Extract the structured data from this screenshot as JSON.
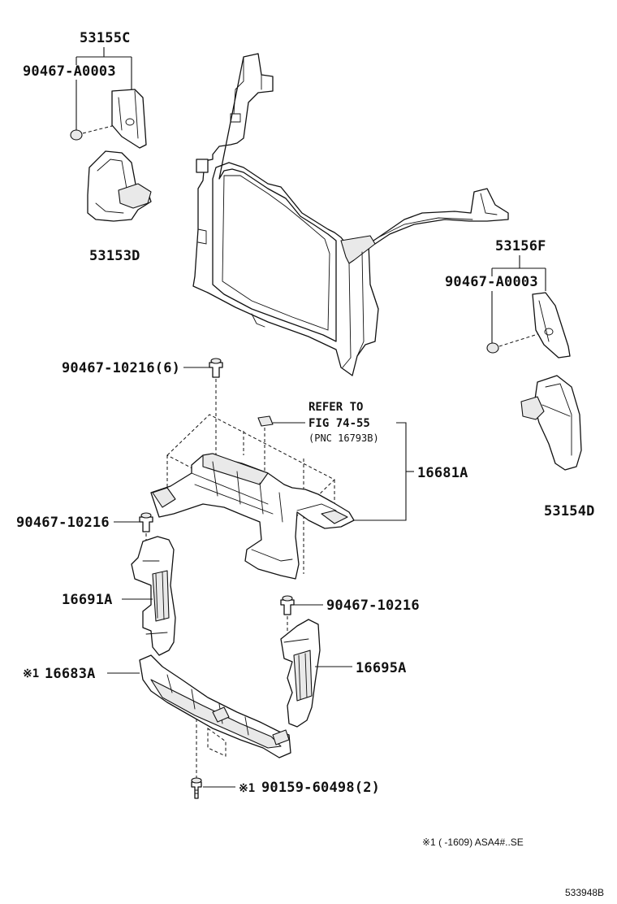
{
  "labels": {
    "p53155c": "53155C",
    "p90467_a0003_left": "90467-A0003",
    "p53153d": "53153D",
    "p53156f": "53156F",
    "p90467_a0003_right": "90467-A0003",
    "p90467_10216_6": "90467-10216(6)",
    "refer_to": "REFER TO",
    "fig_ref": "FIG 74-55",
    "pnc_ref": "(PNC 16793B)",
    "p16681a": "16681A",
    "p53154d": "53154D",
    "p90467_10216_left": "90467-10216",
    "p16691a": "16691A",
    "p90467_10216_right": "90467-10216",
    "mark_16683a": "※1",
    "p16683a": "16683A",
    "p16695a": "16695A",
    "mark_90159": "※1",
    "p90159_60498_2": "90159-60498(2)"
  },
  "footer": {
    "note": "※1 (      -1609) ASA4#..SE",
    "diagram_code": "533948B"
  },
  "colors": {
    "line": "#111111",
    "background": "#ffffff",
    "shade": "#e9e9e9"
  }
}
